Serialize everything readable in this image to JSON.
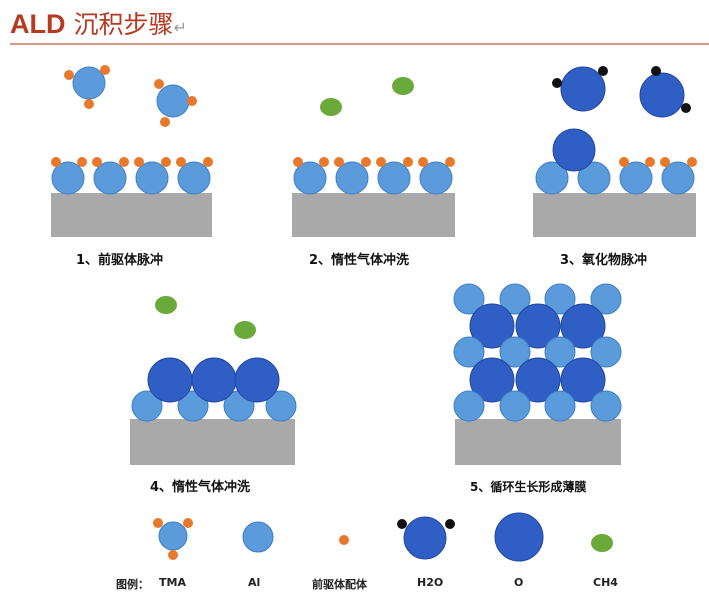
{
  "title": {
    "latin": "ALD",
    "cjk": "沉积步骤",
    "return_mark": "↵"
  },
  "steps": [
    {
      "label": "1、前驱体脉冲"
    },
    {
      "label": "2、惰性气体冲洗"
    },
    {
      "label": "3、氧化物脉冲"
    },
    {
      "label": "4、惰性气体冲洗"
    },
    {
      "label": "5、循环生长形成薄膜"
    }
  ],
  "legend": {
    "prefix": "图例：",
    "items": [
      {
        "label": "TMA",
        "icon": "tma-molecule-icon"
      },
      {
        "label": "Al",
        "icon": "al-atom-icon"
      },
      {
        "label": "前驱体配体",
        "icon": "ligand-icon"
      },
      {
        "label": "H2O",
        "icon": "h2o-molecule-icon"
      },
      {
        "label": "O",
        "icon": "o-atom-icon"
      },
      {
        "label": "CH4",
        "icon": "ch4-icon"
      }
    ]
  },
  "colors": {
    "title": "#b63a21",
    "rule": "#d99a8a",
    "substrate": "#a9a9a9",
    "al": "#5b9bdc",
    "al_stroke": "#3f7fc2",
    "o": "#2f5fc4",
    "o_stroke": "#2447a0",
    "ligand": "#e8782a",
    "ch4": "#6aaa3a",
    "h": "#111111"
  }
}
